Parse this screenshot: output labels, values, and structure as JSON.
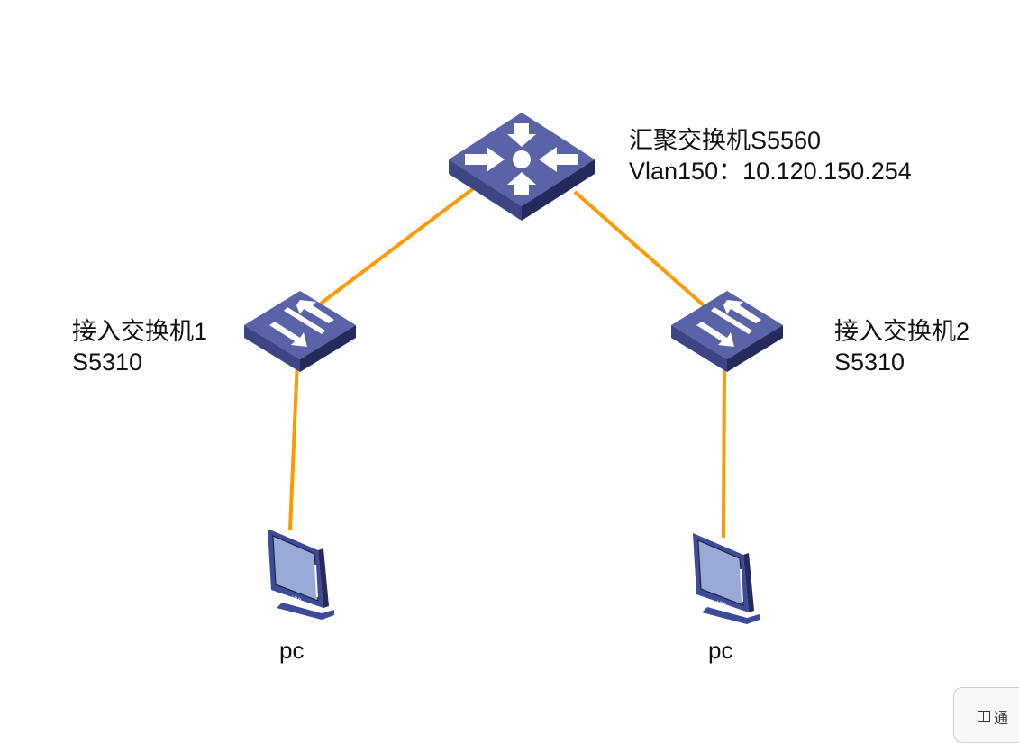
{
  "diagram": {
    "type": "network-topology",
    "link_color": "#FF9900",
    "device_color": "#4A5294",
    "nodes": [
      {
        "id": "core",
        "kind": "aggregation-switch",
        "label_lines": [
          "汇聚交换机S5560",
          "Vlan150：10.120.150.254"
        ]
      },
      {
        "id": "acc1",
        "kind": "access-switch",
        "label_lines": [
          "接入交换机1",
          "S5310"
        ]
      },
      {
        "id": "acc2",
        "kind": "access-switch",
        "label_lines": [
          "接入交换机2",
          "S5310"
        ]
      },
      {
        "id": "pc1",
        "kind": "pc",
        "label": "pc",
        "screen_text": "HMI"
      },
      {
        "id": "pc2",
        "kind": "pc",
        "label": "pc",
        "screen_text": "HMI"
      }
    ],
    "links": [
      {
        "from": "core",
        "to": "acc1"
      },
      {
        "from": "core",
        "to": "acc2"
      },
      {
        "from": "acc1",
        "to": "pc1"
      },
      {
        "from": "acc2",
        "to": "pc2"
      }
    ]
  },
  "popup": {
    "partial_text": "通"
  }
}
